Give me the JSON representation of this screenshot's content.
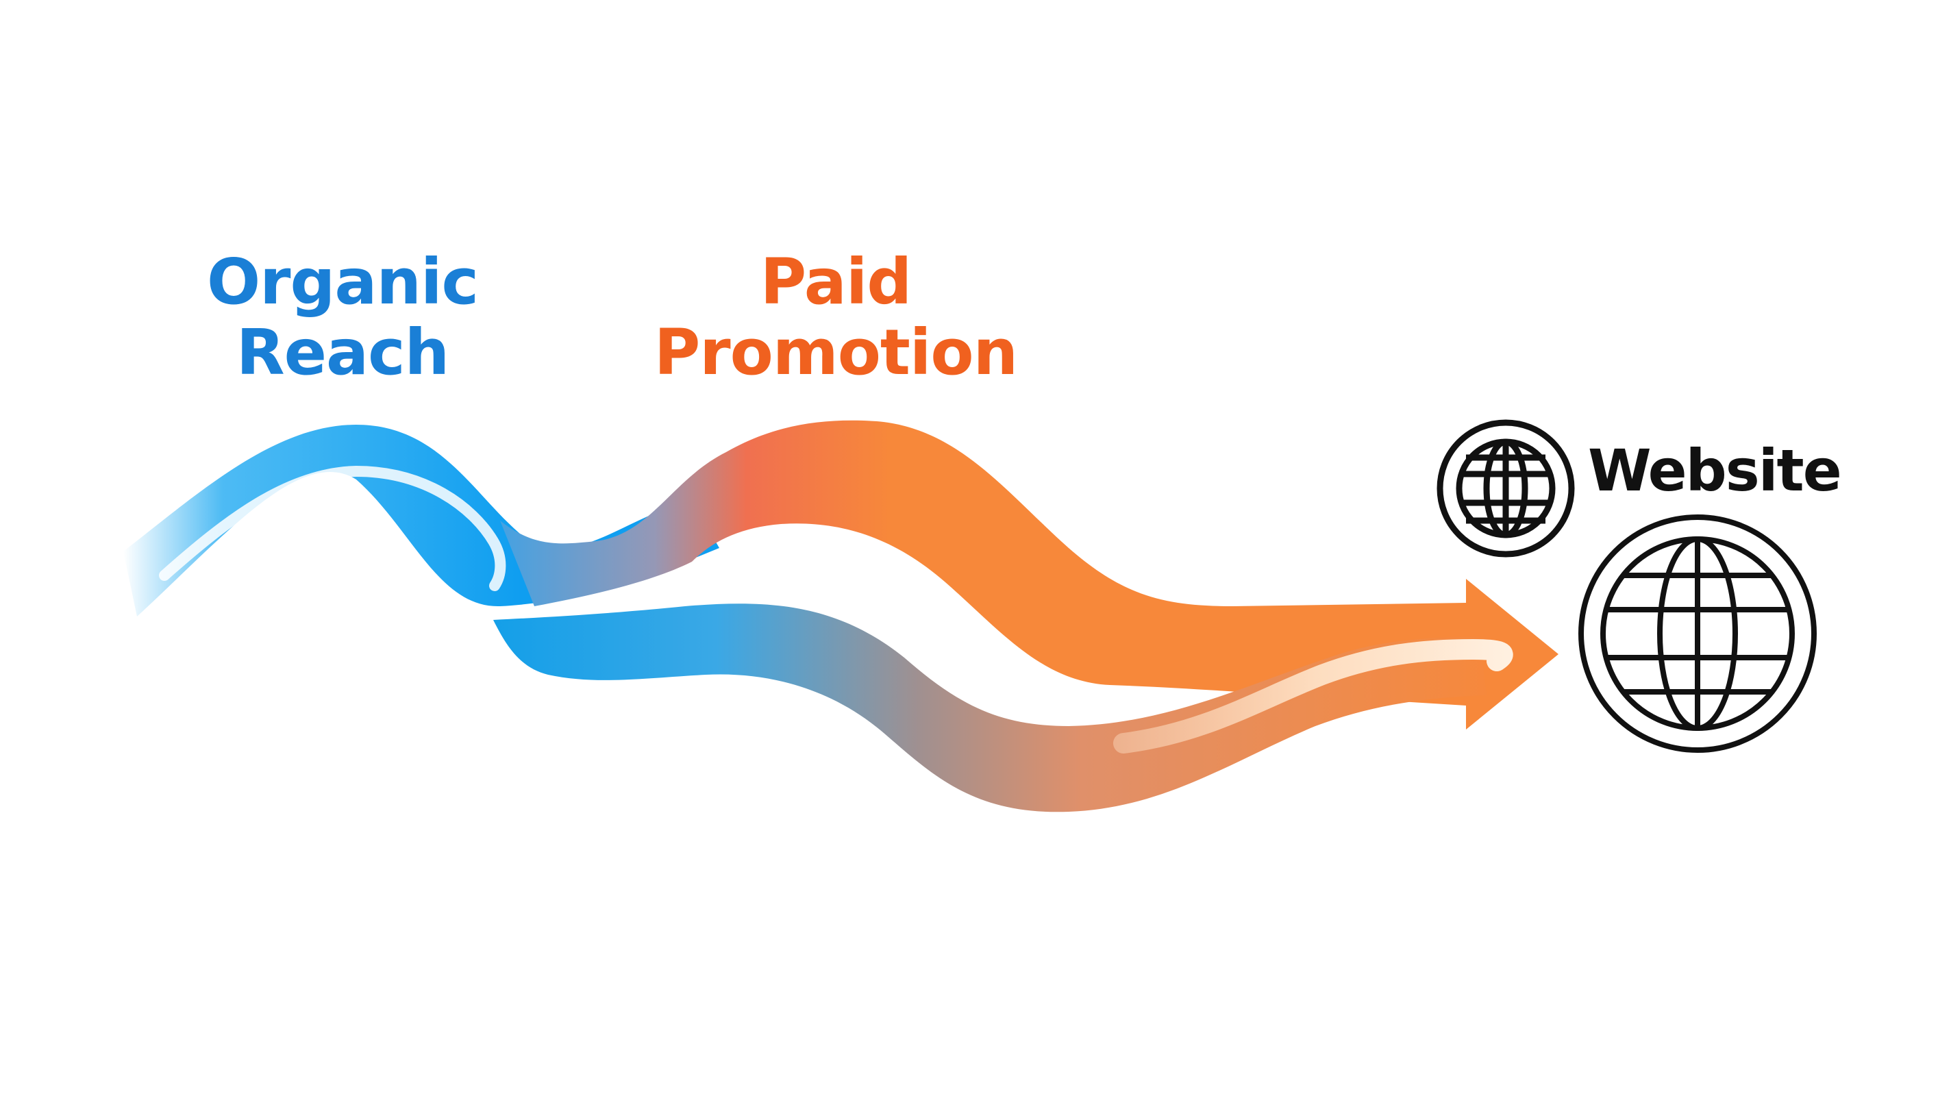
{
  "labels": {
    "organic": {
      "line1": "Organic",
      "line2": "Reach"
    },
    "paid": {
      "line1": "Paid",
      "line2": "Promotion"
    },
    "website": "Website"
  },
  "colors": {
    "organic": "#1a7fd6",
    "organic_flow": "#12a4f0",
    "paid": "#f0611f",
    "paid_flow": "#f7883a",
    "website": "#111111",
    "icon_stroke": "#111111"
  },
  "icons": {
    "small_globe": "globe-icon",
    "large_globe": "globe-icon"
  }
}
